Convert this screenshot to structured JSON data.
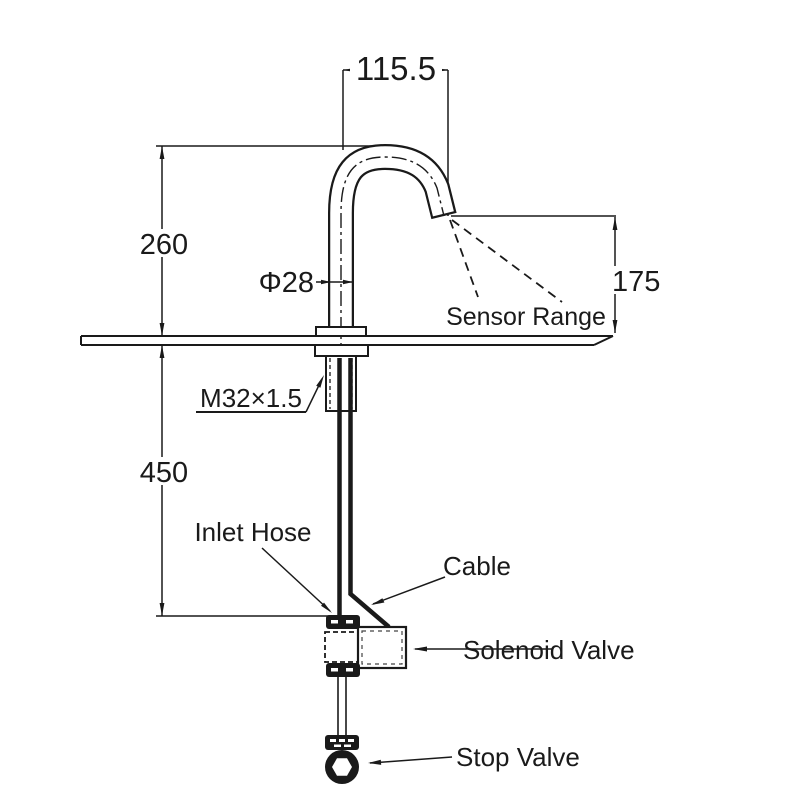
{
  "drawing": {
    "type": "technical-dimension-diagram",
    "subject": "sensor faucet with solenoid valve",
    "colors": {
      "line": "#1a1a1a",
      "background": "#ffffff"
    },
    "dimensions": {
      "spout_reach": "115.5",
      "spout_height": "260",
      "pipe_diameter": "Φ28",
      "sensor_height": "175",
      "hose_length": "450",
      "mounting_thread": "M32×1.5"
    },
    "labels": {
      "sensor_range": "Sensor Range",
      "inlet_hose": "Inlet Hose",
      "cable": "Cable",
      "solenoid_valve": "Solenoid Valve",
      "stop_valve": "Stop Valve"
    }
  }
}
